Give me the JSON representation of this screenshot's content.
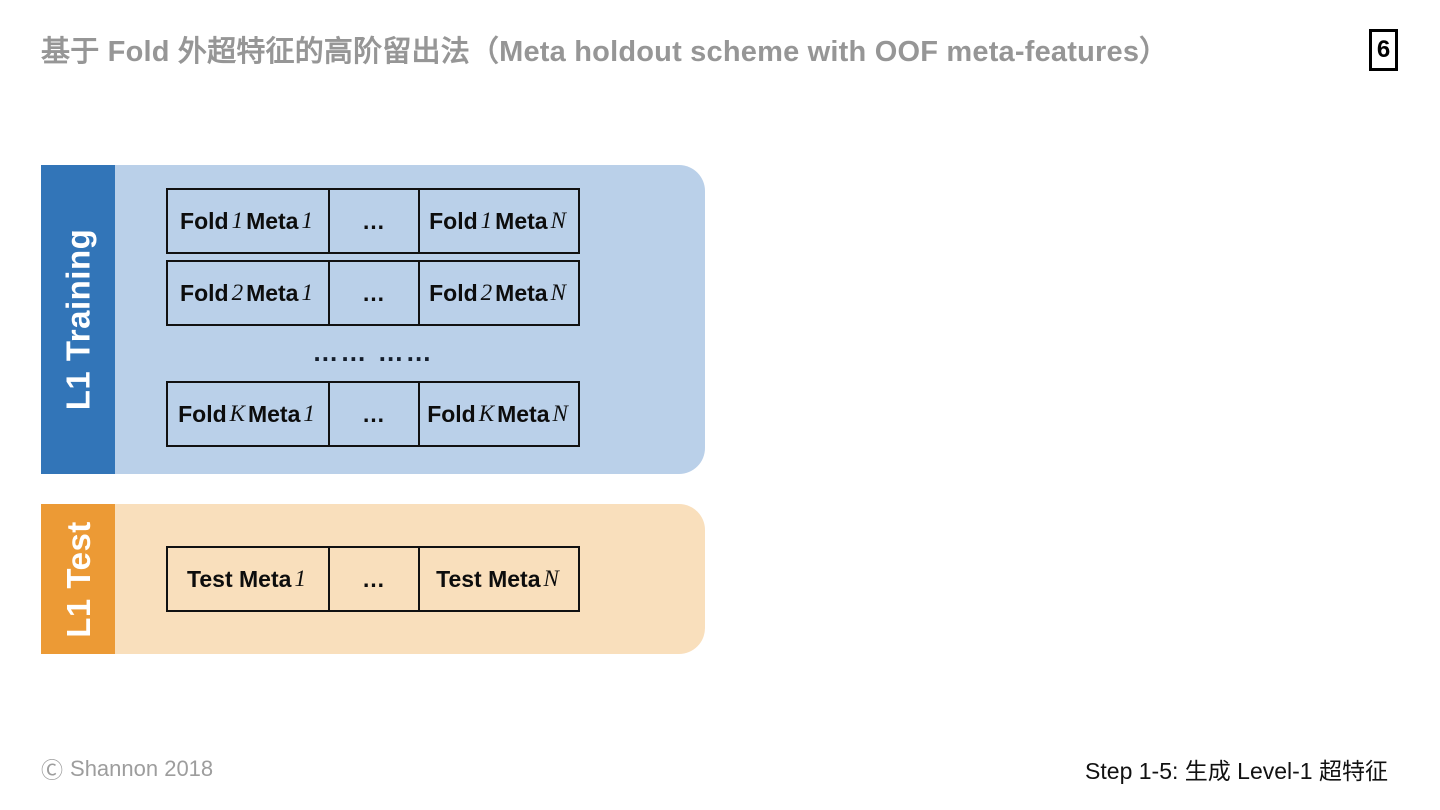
{
  "slide": {
    "title": "基于 Fold 外超特征的高阶留出法（Meta holdout scheme with OOF meta-features）",
    "page_number": "6",
    "title_color": "#969696"
  },
  "training_panel": {
    "tab_label": "L1 Training",
    "tab_color": "#3275b8",
    "panel_color": "#bad0e9",
    "ellipsis_row": "…… ……",
    "rows": [
      {
        "left": {
          "prefix": "Fold",
          "fold": "1",
          "mid": "Meta",
          "index": "1"
        },
        "dots": "…",
        "right": {
          "prefix": "Fold",
          "fold": "1",
          "mid": "Meta",
          "index": "N"
        }
      },
      {
        "left": {
          "prefix": "Fold",
          "fold": "2",
          "mid": "Meta",
          "index": "1"
        },
        "dots": "…",
        "right": {
          "prefix": "Fold",
          "fold": "2",
          "mid": "Meta",
          "index": "N"
        }
      },
      {
        "left": {
          "prefix": "Fold",
          "fold": "K",
          "mid": "Meta",
          "index": "1"
        },
        "dots": "…",
        "right": {
          "prefix": "Fold",
          "fold": "K",
          "mid": "Meta",
          "index": "N"
        }
      }
    ]
  },
  "test_panel": {
    "tab_label": "L1 Test",
    "tab_color": "#ec9a35",
    "panel_color": "#f9dfbc",
    "row": {
      "left": {
        "prefix": "Test Meta",
        "index": "1"
      },
      "dots": "…",
      "right": {
        "prefix": "Test Meta",
        "index": "N"
      }
    }
  },
  "footer": {
    "copyright_symbol": "Ⓒ",
    "copyright": "Shannon 2018",
    "step": "Step 1-5: 生成 Level-1 超特征"
  }
}
